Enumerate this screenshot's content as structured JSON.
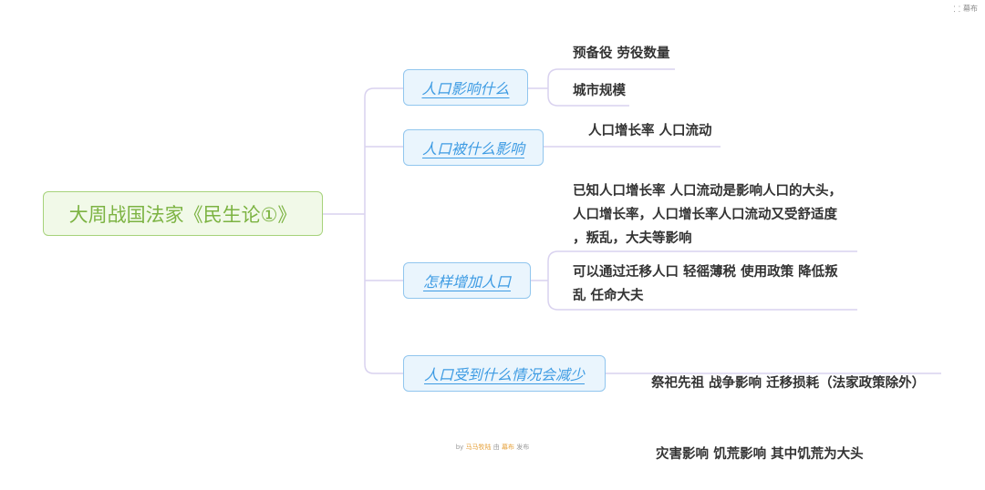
{
  "header": {
    "brand_label": "幕布",
    "brand_icon": "fullscreen-icon"
  },
  "root": {
    "title": "大周战国法家《民生论①》"
  },
  "topics": [
    {
      "label": "人口影响什么",
      "notes": [
        "预备役 劳役数量",
        "城市规模"
      ]
    },
    {
      "label": "人口被什么影响",
      "notes": [
        "人口增长率 人口流动"
      ]
    },
    {
      "label": "怎样增加人口",
      "notes": [
        [
          "已知人口增长率 人口流动是影响人口的大头，",
          "人口增长率，人口增长率人口流动又受舒适度",
          "，叛乱，大夫等影响"
        ],
        [
          "可以通过迁移人口 轻徭薄税 使用政策 降低叛",
          "乱 任命大夫"
        ]
      ]
    },
    {
      "label": "人口受到什么情况会减少",
      "notes": [
        [
          "祭祀先祖 战争影响 迁移损耗（法家政策除外）",
          " 灾害影响 饥荒影响 其中饥荒为大头"
        ]
      ]
    }
  ],
  "footer": {
    "by": "by",
    "author": "马马牧陆",
    "via": "由",
    "brand": "幕布",
    "published": "发布"
  },
  "colors": {
    "root_border": "#a6d27a",
    "root_text": "#7cb342",
    "topic_border": "#91c6ee",
    "topic_text": "#3d9be3",
    "line": "#d5cdee"
  }
}
